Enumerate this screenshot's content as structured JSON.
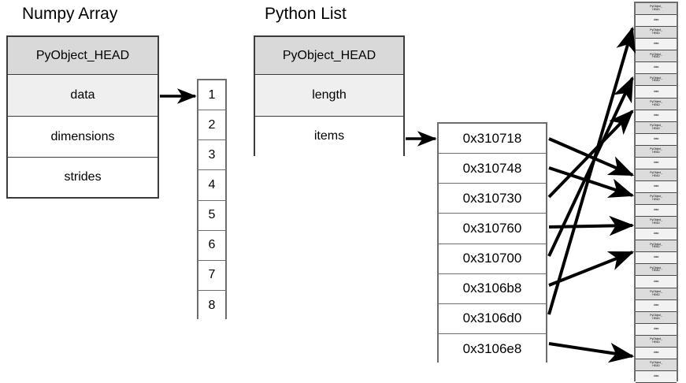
{
  "diagram": {
    "title_numpy": "Numpy Array",
    "title_list": "Python List"
  },
  "numpy_struct": {
    "label": "Numpy Array",
    "rows": [
      {
        "label": "PyObject_HEAD",
        "fill": "head"
      },
      {
        "label": "data",
        "fill": "light"
      },
      {
        "label": "dimensions",
        "fill": "white"
      },
      {
        "label": "strides",
        "fill": "white"
      }
    ]
  },
  "list_struct": {
    "label": "Python List",
    "rows": [
      {
        "label": "PyObject_HEAD",
        "fill": "head"
      },
      {
        "label": "length",
        "fill": "light"
      },
      {
        "label": "items",
        "fill": "white"
      }
    ]
  },
  "data_buffer": {
    "name": "numpy-data-buffer",
    "values": [
      "1",
      "2",
      "3",
      "4",
      "5",
      "6",
      "7",
      "8"
    ]
  },
  "pointer_array": {
    "name": "python-list-items-pointers",
    "values": [
      "0x310718",
      "0x310748",
      "0x310730",
      "0x310760",
      "0x310700",
      "0x3106b8",
      "0x3106d0",
      "0x3106e8"
    ]
  },
  "heap_objects": {
    "name": "python-int-objects-heap",
    "pair_count": 16,
    "head_label": "PyObject_\nHEAD",
    "data_label": "data"
  },
  "colors": {
    "head_fill": "#d9d9d9",
    "light_fill": "#efefef",
    "white_fill": "#ffffff",
    "border": "#3b3b3b",
    "cell_border": "#6d6d6d",
    "arrow": "#000000"
  }
}
